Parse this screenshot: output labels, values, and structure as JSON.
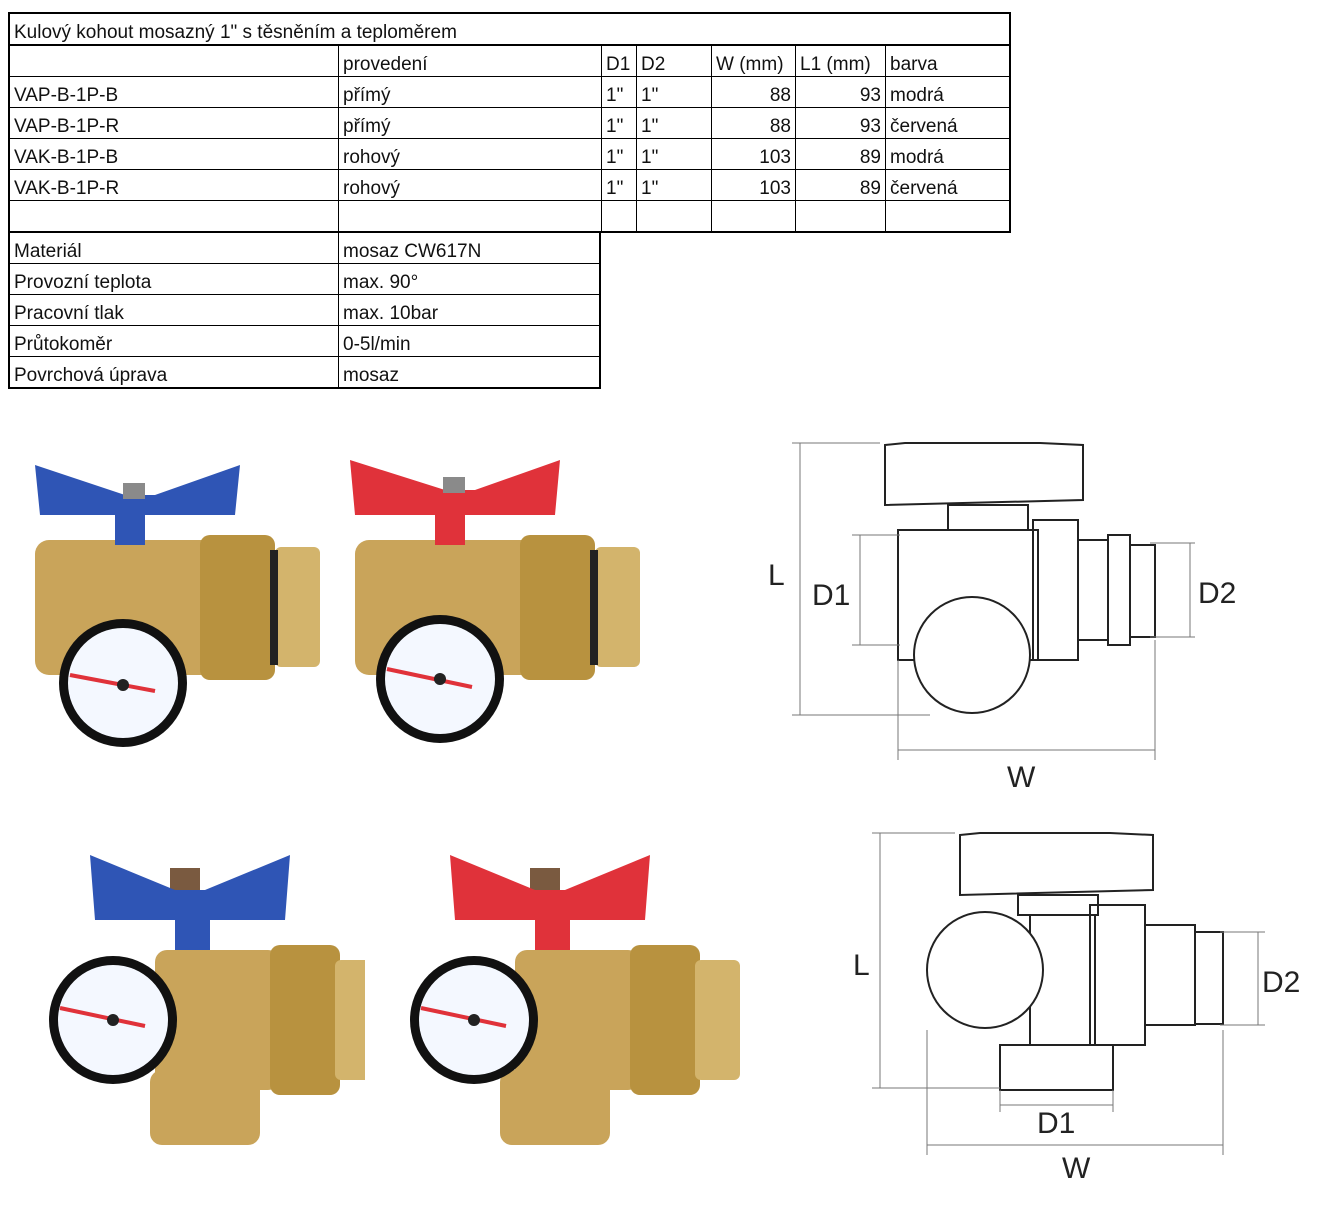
{
  "title": "Kulový kohout mosazný 1\"  s těsněním a teploměrem",
  "columns": [
    "",
    "provedení",
    "D1",
    "D2",
    "W (mm)",
    "L1 (mm)",
    "barva"
  ],
  "rows": [
    [
      "VAP-B-1P-B",
      "přímý",
      "1\"",
      "1\"",
      "88",
      "93",
      "modrá"
    ],
    [
      "VAP-B-1P-R",
      "přímý",
      "1\"",
      "1\"",
      "88",
      "93",
      "červená"
    ],
    [
      "VAK-B-1P-B",
      "rohový",
      "1\"",
      "1\"",
      "103",
      "89",
      "modrá"
    ],
    [
      "VAK-B-1P-R",
      "rohový",
      "1\"",
      "1\"",
      "103",
      "89",
      "červená"
    ]
  ],
  "specs": [
    [
      "Materiál",
      "mosaz CW617N"
    ],
    [
      "Provozní teplota",
      "max. 90°"
    ],
    [
      "Pracovní tlak",
      "max. 10bar"
    ],
    [
      "Průtokoměr",
      "0-5l/min"
    ],
    [
      "Povrchová úprava",
      "mosaz"
    ]
  ],
  "drawing_straight": {
    "L": "L",
    "D1": "D1",
    "D2": "D2",
    "W": "W"
  },
  "drawing_angle": {
    "L": "L",
    "D1": "D1",
    "D2": "D2",
    "W": "W"
  },
  "colors": {
    "blue": "#2f55b5",
    "red": "#e0323a",
    "brass": "#c9a45a"
  }
}
